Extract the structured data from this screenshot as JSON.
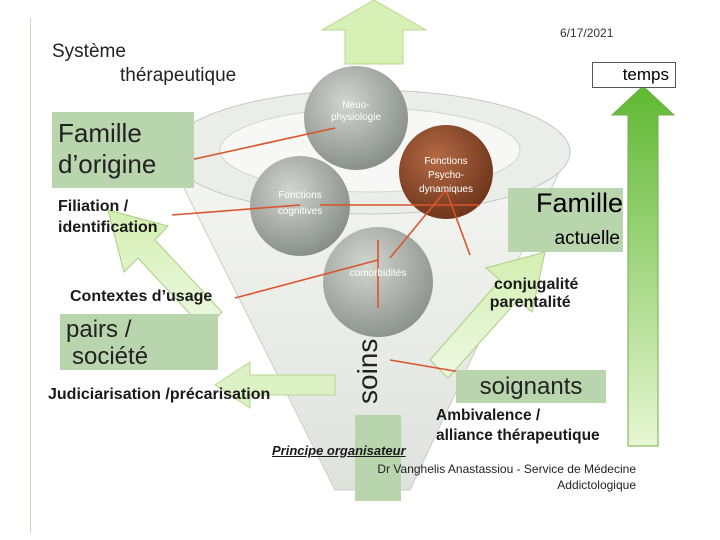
{
  "slide": {
    "date": "6/17/2021",
    "title_line1": "Système",
    "title_line2": "thérapeutique",
    "temps": "temps"
  },
  "left": {
    "famille_origine_line1": "Famille",
    "famille_origine_line2": "d’origine",
    "filiation_line1": "Filiation /",
    "filiation_line2": "identification",
    "contextes": "Contextes d’usage",
    "pairs_line1": "pairs /",
    "pairs_line2": "société",
    "judiciarisation": "Judiciarisation /précarisation"
  },
  "circles": {
    "neuro_line1": "Neuo-",
    "neuro_line2": "physiologie",
    "psycho_line1": "Fonctions",
    "psycho_line2": "Psycho-",
    "psycho_line3": "dynamiques",
    "cognitives_line1": "Fonctions",
    "cognitives_line2": "cognitives",
    "comorbidites": "comorbidités"
  },
  "right": {
    "famille_actuelle_line1": "Famille",
    "famille_actuelle_line2": "actuelle",
    "conjugalite_line1": "conjugalité",
    "conjugalite_line2": "parentalité",
    "soignants": "soignants",
    "ambivalence_line1": "Ambivalence /",
    "ambivalence_line2": "alliance thérapeutique"
  },
  "bottom": {
    "soins": "soins",
    "principe": "Principe organisateur",
    "credit_line1": "Dr Vanghelis Anastassiou - Service de Médecine",
    "credit_line2": "Addictologique"
  },
  "colors": {
    "arrow_green_light": "#d3efb0",
    "arrow_green_dark": "#6fc13e",
    "box_green": "#b9d5ae",
    "red_line": "#d9552c",
    "circle_gray": "#9aa09a",
    "circle_brown": "#8b4a2c"
  }
}
